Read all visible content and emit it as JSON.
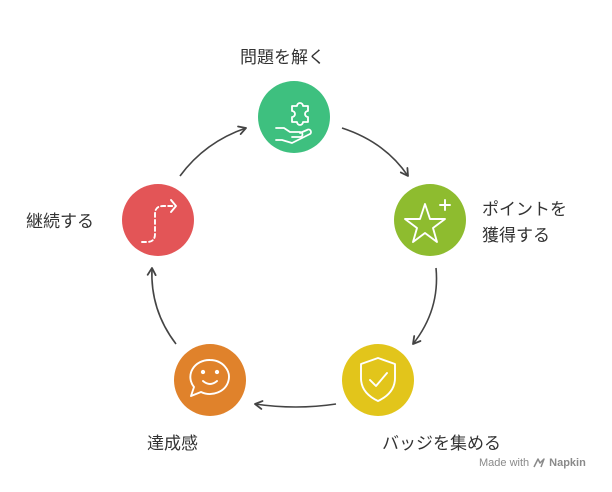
{
  "steps": [
    {
      "label": "問題を解く",
      "icon": "puzzle-hand-icon",
      "color": "#3ec07f"
    },
    {
      "label_line1": "ポイントを",
      "label_line2": "獲得する",
      "icon": "star-plus-icon",
      "color": "#8ebc2f"
    },
    {
      "label": "バッジを集める",
      "icon": "shield-check-icon",
      "color": "#e2c51b"
    },
    {
      "label": "達成感",
      "icon": "smile-chat-icon",
      "color": "#e0822b"
    },
    {
      "label": "継続する",
      "icon": "path-arrow-icon",
      "color": "#e35557"
    }
  ],
  "watermark": {
    "text": "Made with",
    "brand": "Napkin"
  }
}
